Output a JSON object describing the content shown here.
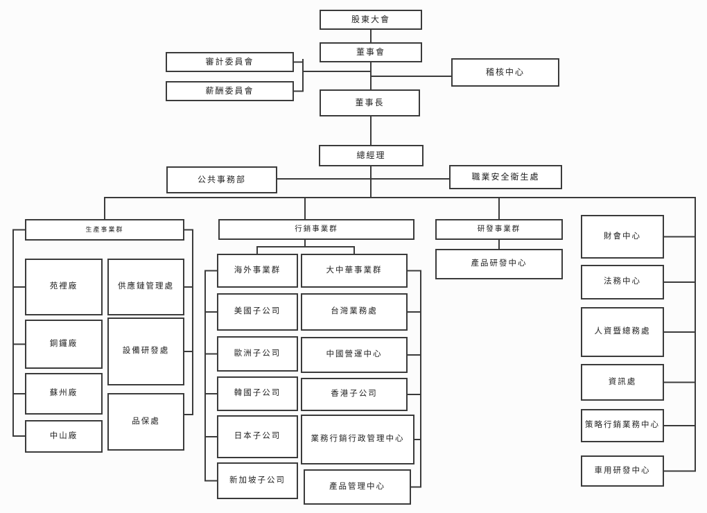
{
  "page": {
    "background": "#fcfcfc",
    "line_color": "#3a3a3a",
    "box_border_color": "#3a3a3a"
  },
  "top": {
    "shareholders_meeting": "股東大會",
    "board_of_directors": "董事會",
    "audit_committee": "審計委員會",
    "compensation_committee": "薪酬委員會",
    "audit_center": "稽核中心",
    "chairman": "董事長",
    "president": "總經理",
    "public_affairs_dept": "公共事務部",
    "occupational_safety_office": "職業安全衛生處"
  },
  "production_group": {
    "label": "生產事業群",
    "plants": [
      "苑裡廠",
      "銅鑼廠",
      "蘇州廠",
      "中山廠"
    ],
    "offices": [
      "供應鏈管理處",
      "設備研發處",
      "品保處"
    ]
  },
  "marketing_group": {
    "label": "行銷事業群",
    "overseas_group": {
      "label": "海外事業群",
      "children": [
        "美國子公司",
        "歐洲子公司",
        "韓國子公司",
        "日本子公司",
        "新加坡子公司"
      ]
    },
    "greater_china_group": {
      "label": "大中華事業群",
      "children": [
        "台灣業務處",
        "中國營運中心",
        "香港子公司",
        "業務行銷行政管理中心",
        "產品管理中心"
      ]
    }
  },
  "rd_group": {
    "label": "研發事業群",
    "children": [
      "產品研發中心"
    ]
  },
  "admin_units": [
    "財會中心",
    "法務中心",
    "人資暨總務處",
    "資訊處",
    "策略行銷業務中心",
    "車用研發中心"
  ]
}
